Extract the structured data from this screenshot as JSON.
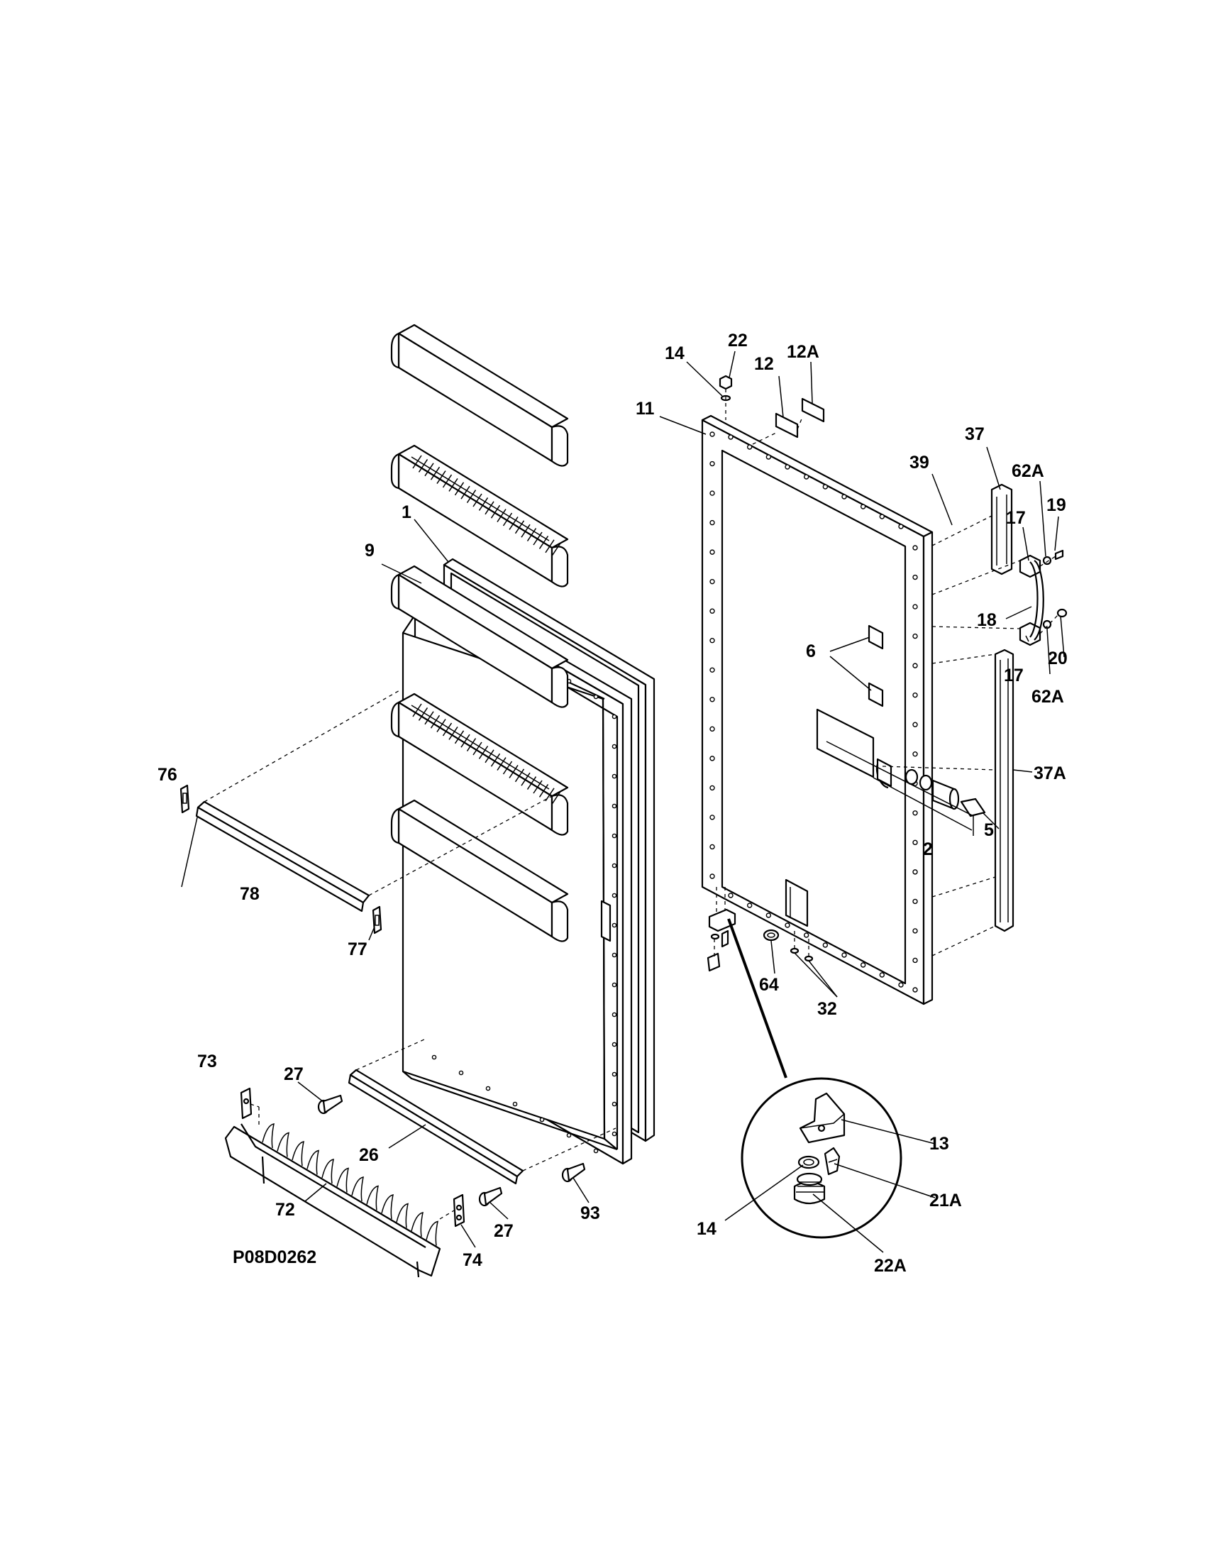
{
  "diagram": {
    "reference_code": "P08D0262",
    "callouts": {
      "c_22": "22",
      "c_14_top": "14",
      "c_12": "12",
      "c_12A": "12A",
      "c_11": "11",
      "c_37": "37",
      "c_39": "39",
      "c_62A_top": "62A",
      "c_19": "19",
      "c_17_top": "17",
      "c_18": "18",
      "c_20": "20",
      "c_17_bot": "17",
      "c_62A_bot": "62A",
      "c_6": "6",
      "c_37A": "37A",
      "c_5": "5",
      "c_2": "2",
      "c_1": "1",
      "c_9": "9",
      "c_76": "76",
      "c_78": "78",
      "c_77": "77",
      "c_64": "64",
      "c_32": "32",
      "c_73": "73",
      "c_27_left": "27",
      "c_26": "26",
      "c_72": "72",
      "c_74": "74",
      "c_27_right": "27",
      "c_93": "93",
      "c_13": "13",
      "c_21A": "21A",
      "c_14_detail": "14",
      "c_22A": "22A"
    }
  }
}
